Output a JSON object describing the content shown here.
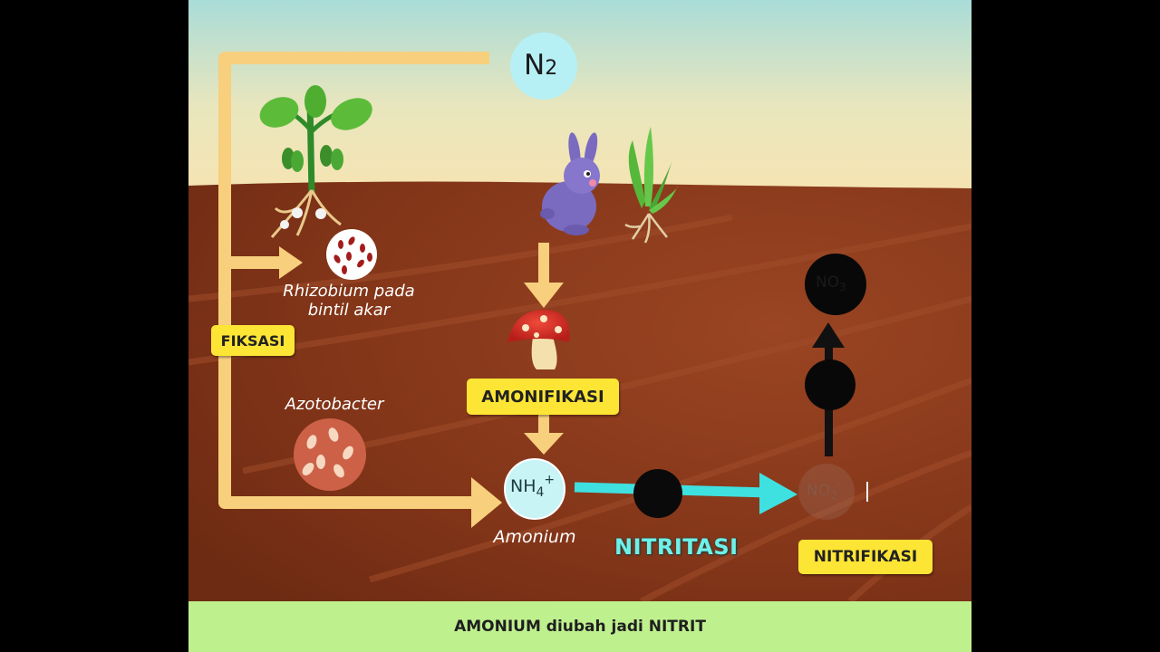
{
  "diagram": {
    "n2_label": "N",
    "n2_sub": "2",
    "nh4_label": "NH",
    "nh4_sub": "4",
    "nh4_sup": "+",
    "rhizobium_caption_line1": "Rhizobium pada",
    "rhizobium_caption_line2": "bintil akar",
    "azotobacter_caption": "Azotobacter",
    "amonium_caption": "Amonium",
    "fiksasi_label": "FIKSASI",
    "amonifikasi_label": "AMONIFIKASI",
    "nitrifikasi_label": "NITRIFIKASI",
    "nitritasi_label": "NITRITASI",
    "no2_label": "NO",
    "no2_sub": "2",
    "no2_sup": "-",
    "no3_label": "NO",
    "no3_sub": "3"
  },
  "caption": {
    "text": "AMONIUM diubah jadi NITRIT"
  },
  "colors": {
    "sky_top": "#a9dcd8",
    "sky_bottom": "#f3e6b3",
    "soil": "#8a3a1d",
    "arrow_yellow": "#f7cf7d",
    "arrow_cyan": "#3fe0e0",
    "tag_yellow": "#fde535",
    "caption_bar": "#bff08e"
  }
}
